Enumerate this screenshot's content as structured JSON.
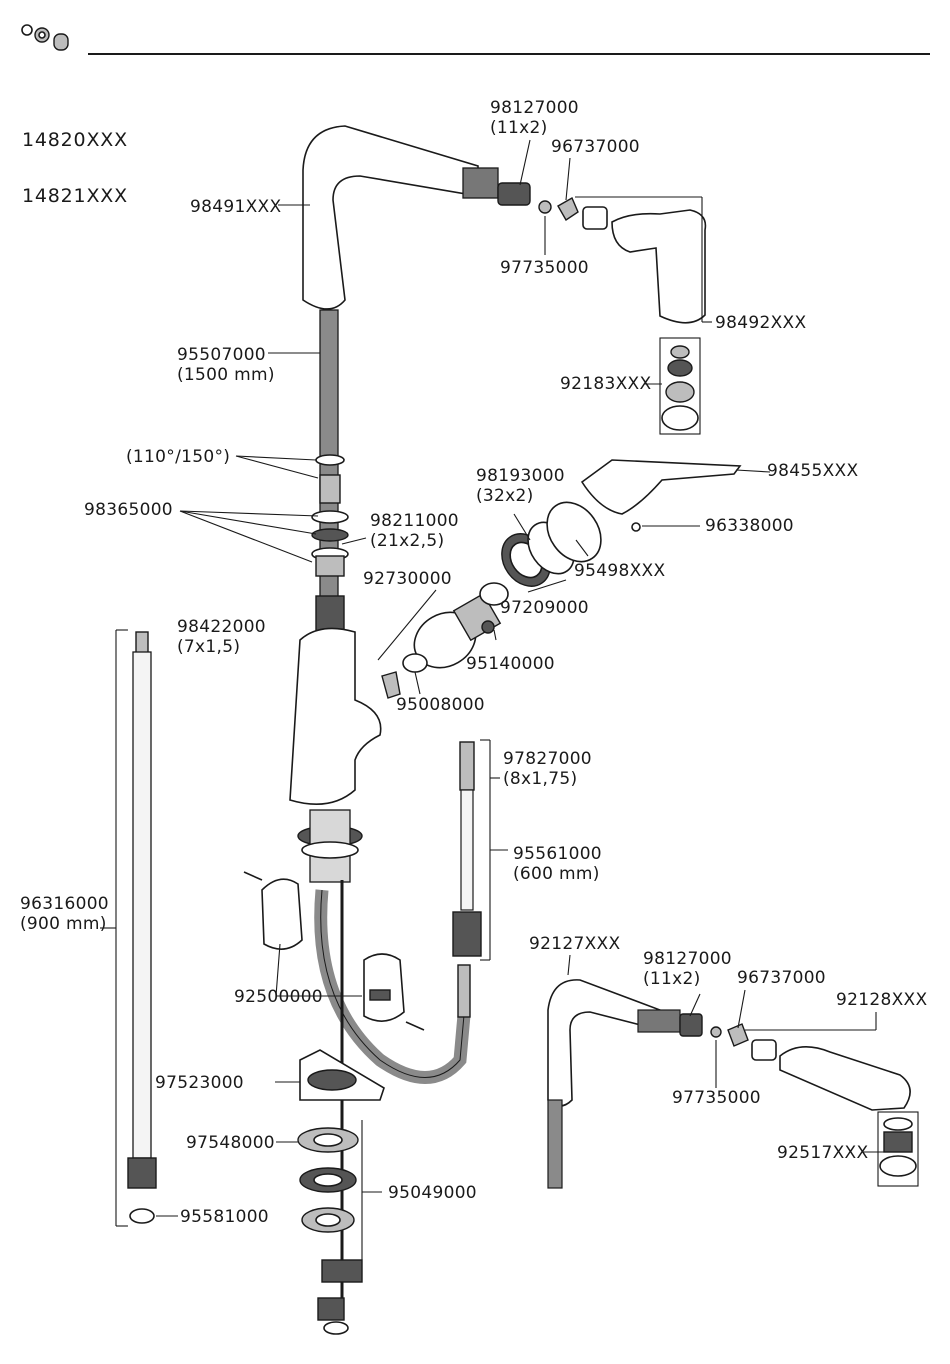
{
  "models": [
    "14820XXX",
    "14821XXX"
  ],
  "parts": {
    "p98127000a": {
      "code": "98127000",
      "spec": "(11x2)"
    },
    "p96737000a": {
      "code": "96737000"
    },
    "p98491XXX": {
      "code": "98491XXX"
    },
    "p97735000a": {
      "code": "97735000"
    },
    "p98492XXX": {
      "code": "98492XXX"
    },
    "p92183XXX": {
      "code": "92183XXX"
    },
    "p95507000": {
      "code": "95507000",
      "spec": "(1500 mm)"
    },
    "p110": {
      "code": "(110°/150°)"
    },
    "p98365000": {
      "code": "98365000"
    },
    "p98211000": {
      "code": "98211000",
      "spec": "(21x2,5)"
    },
    "p98193000": {
      "code": "98193000",
      "spec": "(32x2)"
    },
    "p98455XXX": {
      "code": "98455XXX"
    },
    "p96338000": {
      "code": "96338000"
    },
    "p95498XXX": {
      "code": "95498XXX"
    },
    "p97209000": {
      "code": "97209000"
    },
    "p92730000": {
      "code": "92730000"
    },
    "p95140000": {
      "code": "95140000"
    },
    "p95008000": {
      "code": "95008000"
    },
    "p98422000": {
      "code": "98422000",
      "spec": "(7x1,5)"
    },
    "p97827000": {
      "code": "97827000",
      "spec": "(8x1,75)"
    },
    "p95561000": {
      "code": "95561000",
      "spec": "(600 mm)"
    },
    "p96316000": {
      "code": "96316000",
      "spec": "(900 mm)"
    },
    "p92127XXX": {
      "code": "92127XXX"
    },
    "p98127000b": {
      "code": "98127000",
      "spec": "(11x2)"
    },
    "p96737000b": {
      "code": "96737000"
    },
    "p92128XXX": {
      "code": "92128XXX"
    },
    "p92500000": {
      "code": "92500000"
    },
    "p97523000": {
      "code": "97523000"
    },
    "p97735000b": {
      "code": "97735000"
    },
    "p97548000": {
      "code": "97548000"
    },
    "p95049000": {
      "code": "95049000"
    },
    "p92517XXX": {
      "code": "92517XXX"
    },
    "p95581000": {
      "code": "95581000"
    }
  },
  "colors": {
    "line": "#1a1a1a",
    "hose": "#8a8a8a",
    "metal": "#bdbdbd"
  }
}
